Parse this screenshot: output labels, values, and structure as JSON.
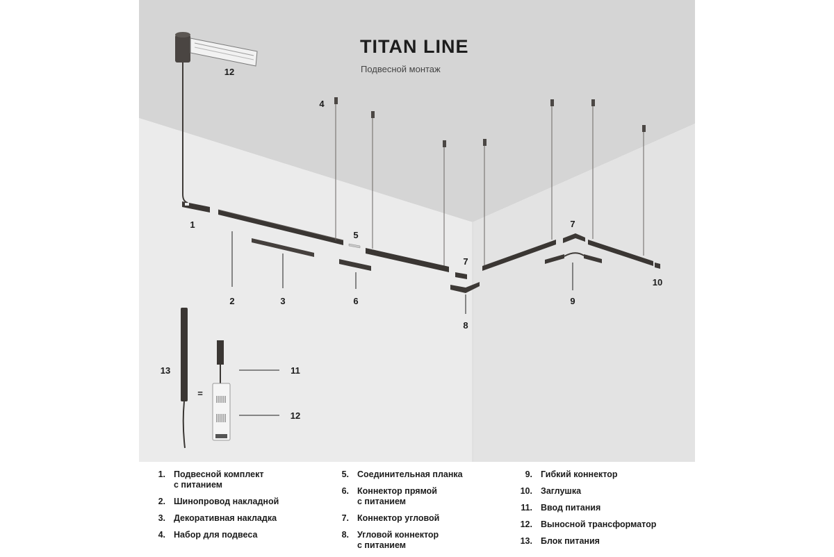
{
  "header": {
    "title": "TITAN LINE",
    "subtitle": "Подвесной монтаж"
  },
  "callouts": {
    "c1": "1",
    "c2": "2",
    "c3": "3",
    "c4": "4",
    "c5": "5",
    "c6": "6",
    "c7a": "7",
    "c7b": "7",
    "c8": "8",
    "c9": "9",
    "c10": "10",
    "c12top": "12",
    "c11": "11",
    "c12": "12",
    "c13": "13",
    "eq": "="
  },
  "legend": {
    "col1": [
      {
        "num": "1.",
        "text": "Подвесной комплект\nс питанием"
      },
      {
        "num": "2.",
        "text": "Шинопровод накладной"
      },
      {
        "num": "3.",
        "text": "Декоративная накладка"
      },
      {
        "num": "4.",
        "text": "Набор для подвеса"
      }
    ],
    "col2": [
      {
        "num": "5.",
        "text": "Соединительная планка"
      },
      {
        "num": "6.",
        "text": "Коннектор прямой\nс питанием"
      },
      {
        "num": "7.",
        "text": "Коннектор угловой"
      },
      {
        "num": "8.",
        "text": "Угловой коннектор\nс питанием"
      }
    ],
    "col3": [
      {
        "num": "9.",
        "text": "Гибкий коннектор"
      },
      {
        "num": "10.",
        "text": "Заглушка"
      },
      {
        "num": "11.",
        "text": "Ввод питания"
      },
      {
        "num": "12.",
        "text": "Выносной трансформатор"
      },
      {
        "num": "13.",
        "text": "Блок питания"
      }
    ]
  },
  "colors": {
    "ceiling": "#d4d4d4",
    "wall_left": "#eaeaea",
    "wall_right": "#e2e2e2",
    "track": "#3a3633"
  }
}
